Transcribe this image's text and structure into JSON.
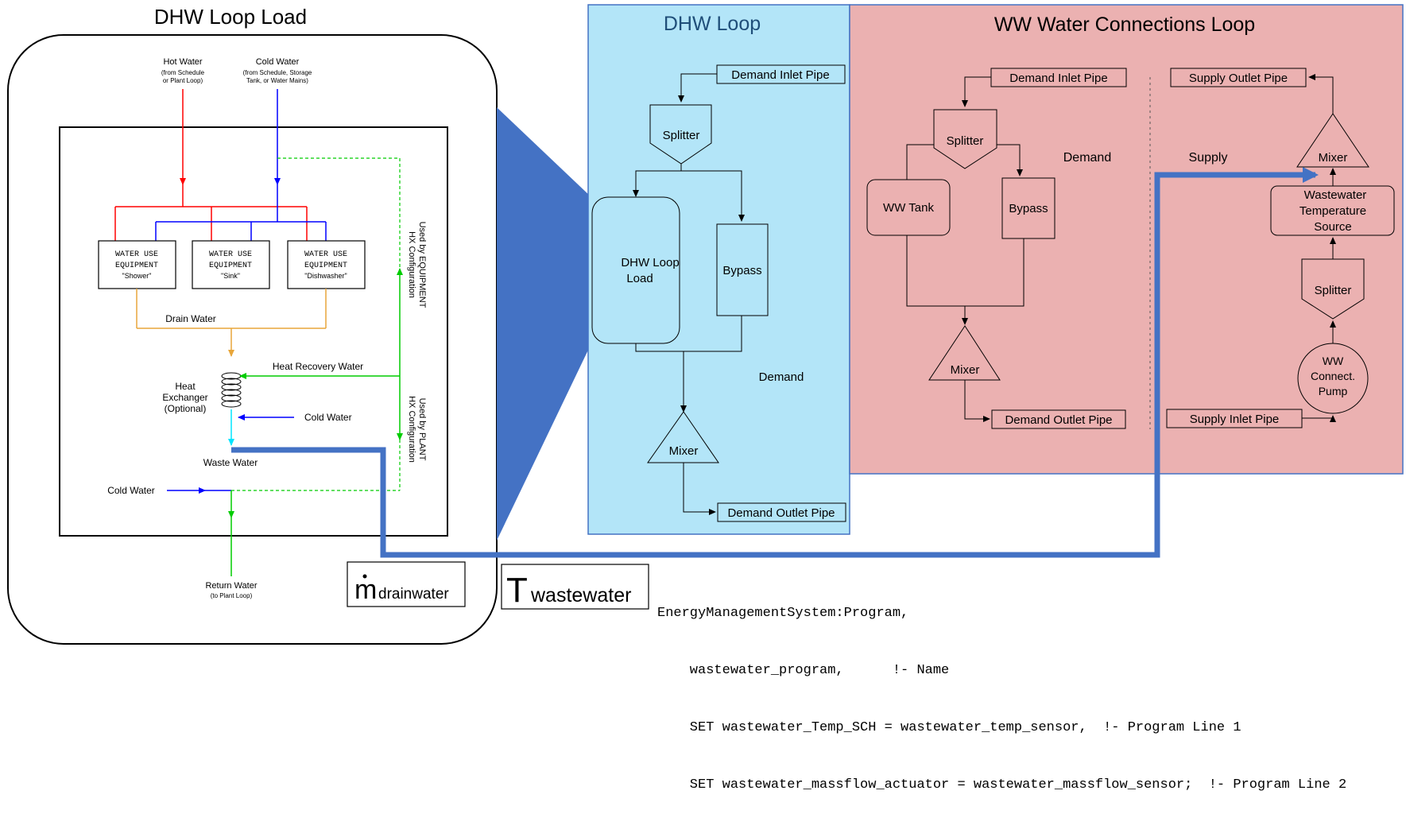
{
  "dhw_load": {
    "title": "DHW Loop Load",
    "hot_water_label": "Hot Water",
    "hot_water_note_1": "(from Schedule",
    "hot_water_note_2": "or Plant Loop)",
    "cold_water_label": "Cold Water",
    "cold_water_note_1": "(from Schedule, Storage",
    "cold_water_note_2": "Tank, or Water Mains)",
    "equipment": [
      {
        "line1": "WATER USE",
        "line2": "EQUIPMENT",
        "line3": "\"Shower\""
      },
      {
        "line1": "WATER USE",
        "line2": "EQUIPMENT",
        "line3": "\"Sink\""
      },
      {
        "line1": "WATER USE",
        "line2": "EQUIPMENT",
        "line3": "\"Dishwasher\""
      }
    ],
    "drain_water": "Drain Water",
    "heat_recovery_water": "Heat Recovery Water",
    "heat_exchanger_1": "Heat",
    "heat_exchanger_2": "Exchanger",
    "heat_exchanger_3": "(Optional)",
    "cold_water_hx": "Cold Water",
    "waste_water": "Waste Water",
    "cold_water_bottom": "Cold Water",
    "return_water": "Return Water",
    "return_water_note": "(to Plant Loop)",
    "used_by_equipment_1": "Used by EQUIPMENT",
    "used_by_equipment_2": "HX Configuration",
    "used_by_plant_1": "Used by PLANT",
    "used_by_plant_2": "HX Configuration"
  },
  "dhw_loop": {
    "title": "DHW Loop",
    "demand_inlet_pipe": "Demand Inlet Pipe",
    "splitter": "Splitter",
    "load_1": "DHW Loop",
    "load_2": "Load",
    "bypass": "Bypass",
    "demand": "Demand",
    "mixer": "Mixer",
    "demand_outlet_pipe": "Demand Outlet Pipe"
  },
  "ww_loop": {
    "title": "WW Water Connections Loop",
    "demand_inlet_pipe": "Demand Inlet Pipe",
    "splitter": "Splitter",
    "demand": "Demand",
    "ww_tank": "WW Tank",
    "bypass": "Bypass",
    "mixer": "Mixer",
    "demand_outlet_pipe": "Demand Outlet Pipe",
    "supply": "Supply",
    "supply_outlet_pipe": "Supply Outlet Pipe",
    "supply_mixer": "Mixer",
    "ww_temp_source_1": "Wastewater",
    "ww_temp_source_2": "Temperature",
    "ww_temp_source_3": "Source",
    "supply_splitter": "Splitter",
    "pump_1": "WW",
    "pump_2": "Connect.",
    "pump_3": "Pump",
    "supply_inlet_pipe": "Supply Inlet Pipe"
  },
  "labels": {
    "m_dot": "m",
    "m_sub": "drainwater",
    "t_main": "T",
    "t_sub": "wastewater"
  },
  "code_lines": [
    "EnergyManagementSystem:Program,",
    "    wastewater_program,      !- Name",
    "    SET wastewater_Temp_SCH = wastewater_temp_sensor,  !- Program Line 1",
    "    SET wastewater_massflow_actuator = wastewater_massflow_sensor;  !- Program Line 2"
  ],
  "colors": {
    "hot": "#ff0000",
    "cold": "#0000ff",
    "drain": "#e8a63a",
    "recovery": "#00cc00",
    "waste": "#00e5ff",
    "dhw_panel": "#b3e5f8",
    "ww_panel": "#ebb1b1",
    "connector": "#4472c4"
  }
}
